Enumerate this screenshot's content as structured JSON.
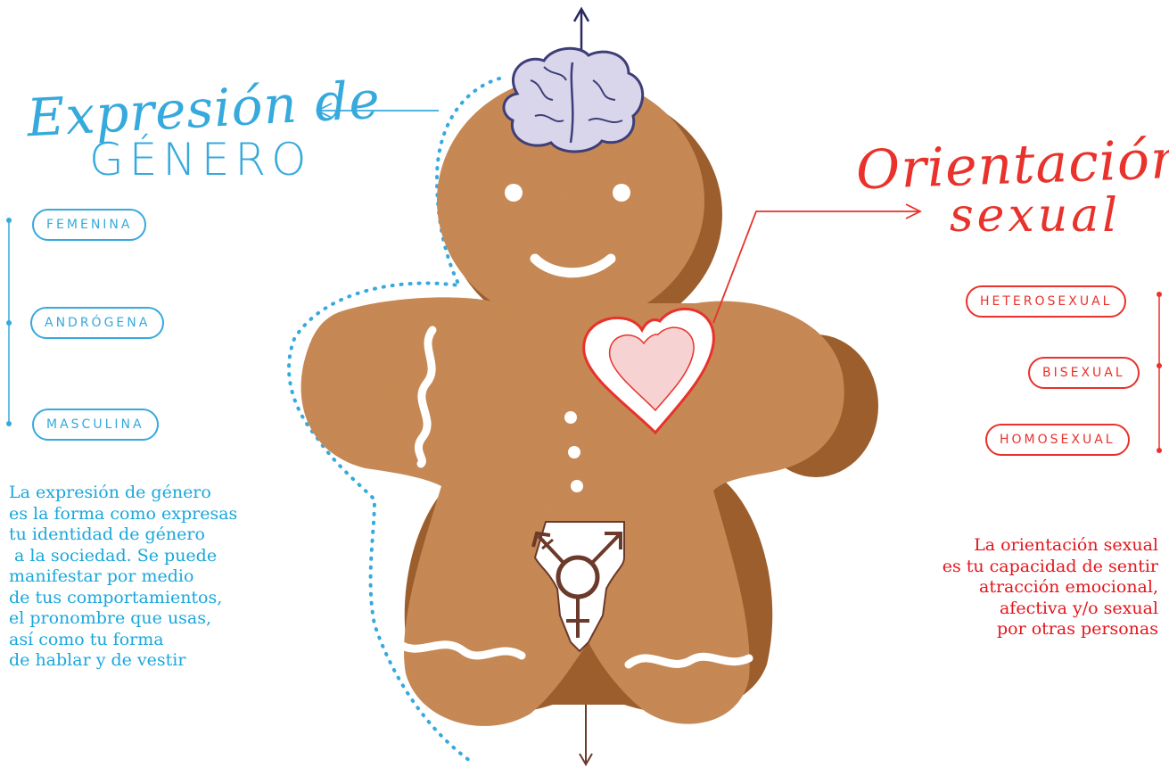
{
  "gender_expression": {
    "title_line1": "Expresión de",
    "title_line2": "GÉNERO",
    "options": [
      "FEMENINA",
      "ANDRÓGENA",
      "MASCULINA"
    ],
    "description": [
      "La expresión de género",
      "es la forma como expresas",
      "tu identidad de género",
      " a la sociedad. Se puede",
      "manifestar por medio",
      "de tus comportamientos,",
      "el pronombre que usas,",
      "así como tu forma",
      "de hablar y de vestir"
    ],
    "color": "#36a9dd"
  },
  "sexual_orientation": {
    "title_line1": "Orientación",
    "title_line2": "sexual",
    "options": [
      "HETEROSEXUAL",
      "BISEXUAL",
      "HOMOSEXUAL"
    ],
    "description": [
      "La orientación sexual",
      "es tu capacidad de sentir",
      "atracción emocional,",
      "afectiva y/o sexual",
      "por otras personas"
    ],
    "color": "#e8322b"
  },
  "figure": {
    "cookie_color": "#c98a55",
    "brain_color": "#5a5a8c",
    "heart_color": "#e8322b",
    "symbol_color": "#6b3a2a",
    "icons": [
      "brain-icon",
      "heart-icon",
      "transgender-symbol-icon"
    ]
  }
}
